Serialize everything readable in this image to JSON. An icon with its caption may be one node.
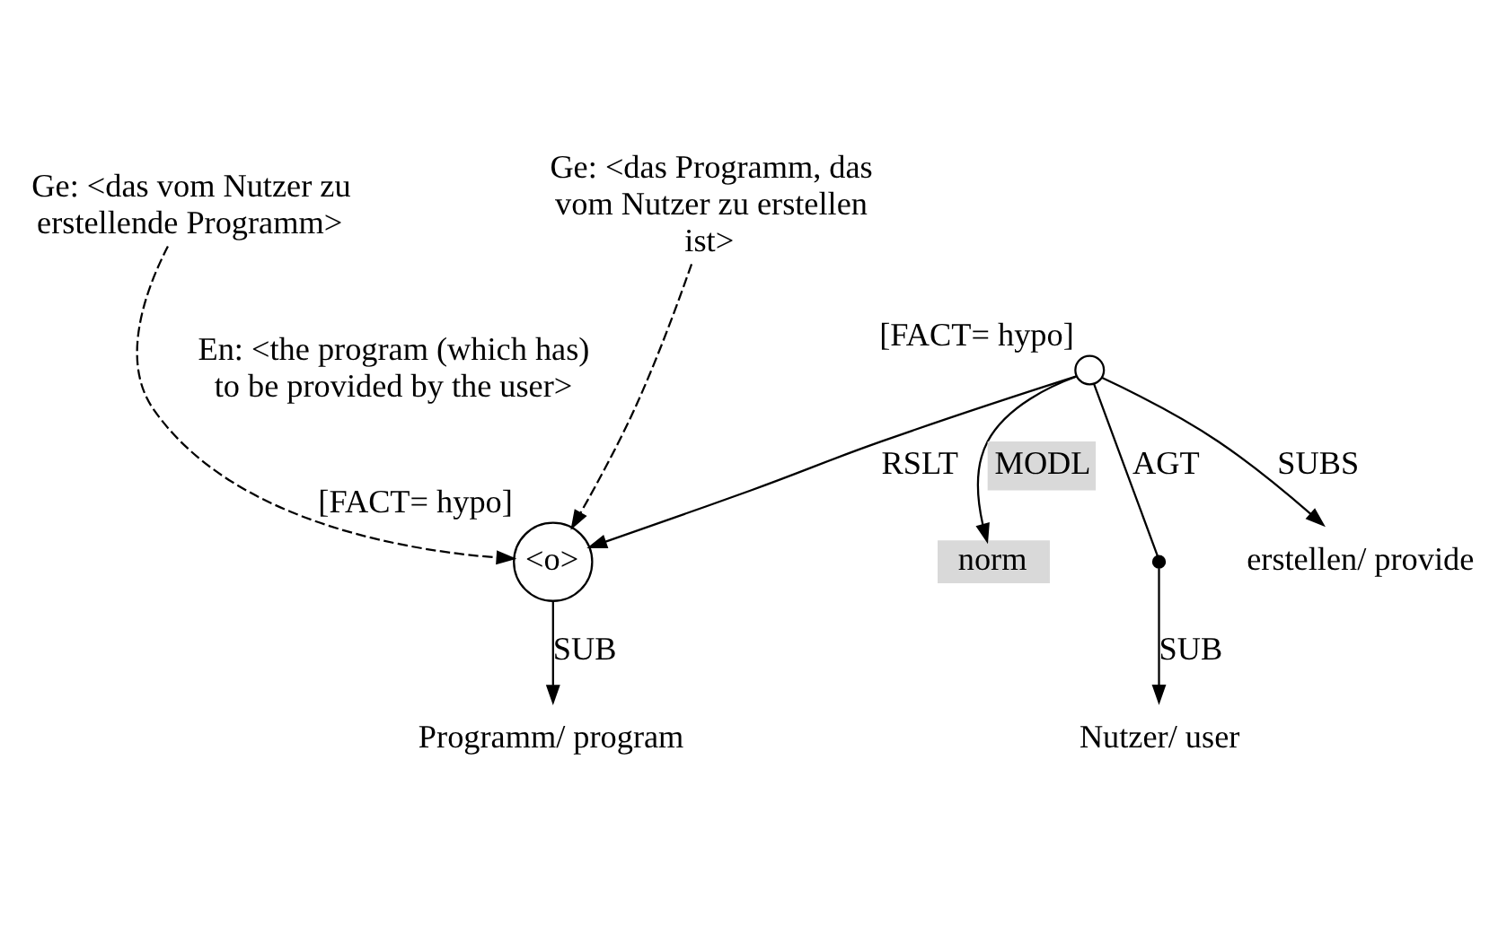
{
  "diagram": {
    "nodes": [
      {
        "text": [
          "Ge: <das vom Nutzer zu erstellende Programm>"
        ]
      },
      {
        "text": [
          "Ge: <das Programm, das vom Nutzer zu erstellen ist>"
        ]
      },
      {
        "text": [
          "<o>"
        ],
        "beside": [
          "[FACT= hypo]"
        ]
      },
      {
        "text": [
          "Programm/ program"
        ]
      },
      {
        "text": [],
        "shape": "circle",
        "beside": [
          "[FACT= hypo]"
        ]
      },
      {
        "text": [
          "norm"
        ]
      },
      {
        "text": [
          "Nutzer/ user"
        ]
      },
      {
        "text": [],
        "shape": "dot"
      },
      {
        "text": [
          "erstellen/ provide"
        ]
      }
    ],
    "edges": [
      {
        "from": 0,
        "to": 2,
        "arrow": "to",
        "style": "dashed"
      },
      {
        "from": 1,
        "to": 2,
        "arrow": "to",
        "style": "dashed"
      },
      {
        "from": 2,
        "to": 3,
        "arrow": "to",
        "label": "SUB"
      },
      {
        "from": 4,
        "to": 2,
        "arrow": "to",
        "label": "RSLT"
      },
      {
        "from": 4,
        "to": 5,
        "arrow": "to",
        "label": "MODL"
      },
      {
        "from": 4,
        "to": 7,
        "arrow": "none",
        "label": "AGT"
      },
      {
        "from": 7,
        "to": 6,
        "arrow": "to",
        "label": "SUB"
      },
      {
        "from": 4,
        "to": 8,
        "arrow": "to",
        "label": "SUBS"
      }
    ],
    "labels": [
      "En: <the program (which has) to be provided by the user>"
    ]
  }
}
